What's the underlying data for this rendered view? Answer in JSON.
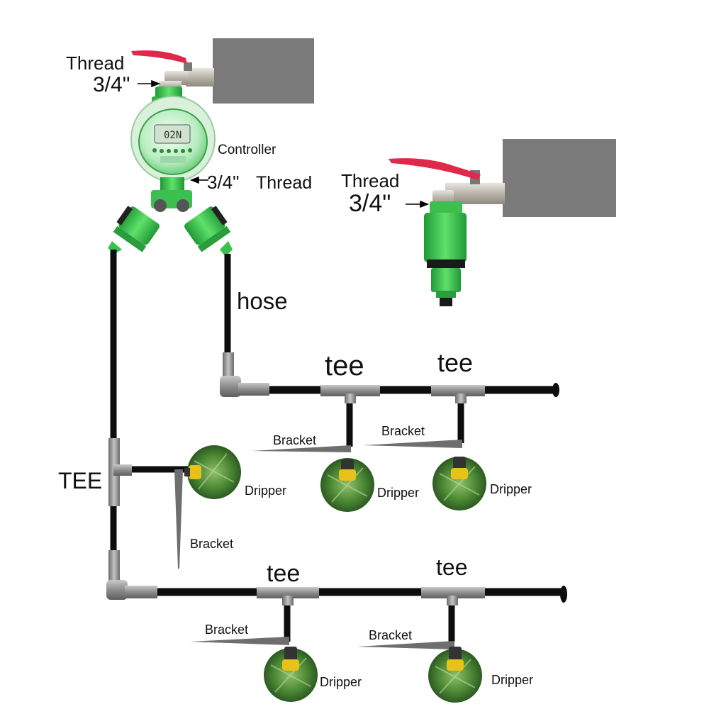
{
  "labels": {
    "thread_top": "Thread",
    "size_top": "3/4\"",
    "controller": "Controller",
    "size_controller": "3/4\"",
    "thread_controller": "Thread",
    "thread_right": "Thread",
    "size_right": "3/4\"",
    "hose": "hose",
    "tee_1": "tee",
    "tee_2": "tee",
    "tee_3": "tee",
    "tee_4": "tee",
    "tee_main": "TEE",
    "bracket_1": "Bracket",
    "bracket_2": "Bracket",
    "bracket_3": "Bracket",
    "bracket_4": "Bracket",
    "bracket_5": "Bracket",
    "dripper_1": "Dripper",
    "dripper_2": "Dripper",
    "dripper_3": "Dripper",
    "dripper_4": "Dripper",
    "dripper_5": "Dripper"
  },
  "controller_display": "02N",
  "colors": {
    "hose": "#0d0d0d",
    "connector_green": "#35c24a",
    "valve_handle": "#e0284a",
    "wall": "#7a7a7a",
    "fitting_grey": "#8a8a8a",
    "leaf_green": "#3f7a2e",
    "dripper_yellow": "#e6c21a"
  }
}
